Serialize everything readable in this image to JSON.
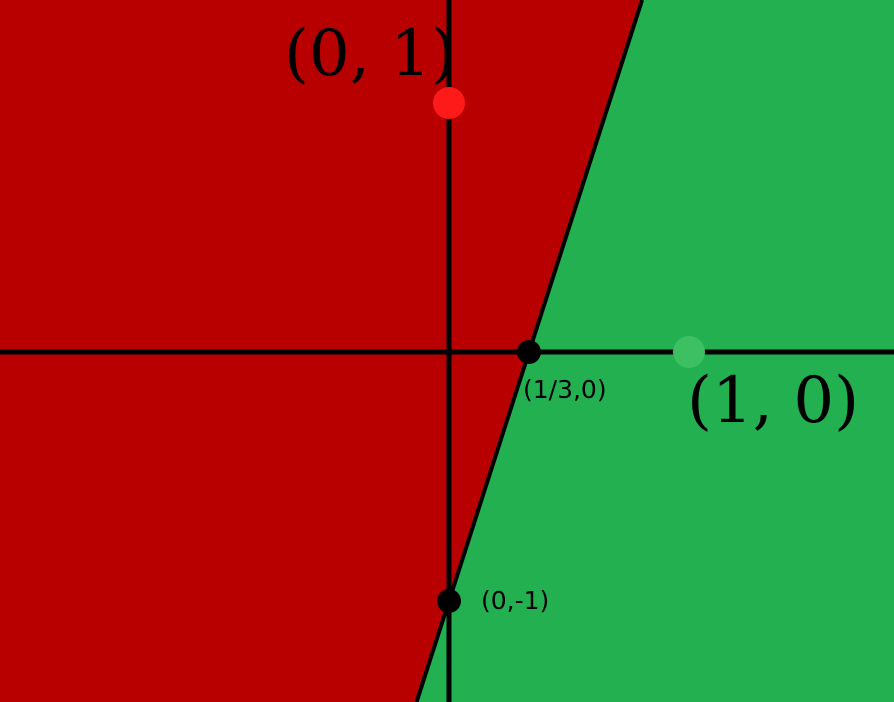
{
  "colors": {
    "left_region": "#b80000",
    "right_region": "#22b050",
    "axis": "#000000",
    "boundary": "#000000",
    "point_red": "#ff1a1a",
    "point_green": "#3cc062",
    "point_black": "#000000"
  },
  "points": [
    {
      "id": "p01",
      "label": "(0, 1)",
      "x": 0,
      "y": 1,
      "color": "point_red",
      "style": "large"
    },
    {
      "id": "p10",
      "label": "(1, 0)",
      "x": 1,
      "y": 0,
      "color": "point_green",
      "style": "large"
    },
    {
      "id": "p3rd",
      "label": "(1/3,0)",
      "x": 0.3333,
      "y": 0,
      "color": "point_black",
      "style": "small"
    },
    {
      "id": "p0m1",
      "label": "(0,-1)",
      "x": 0,
      "y": -1,
      "color": "point_black",
      "style": "small"
    }
  ],
  "boundary_line": {
    "slope": 3,
    "intercept": -1
  }
}
